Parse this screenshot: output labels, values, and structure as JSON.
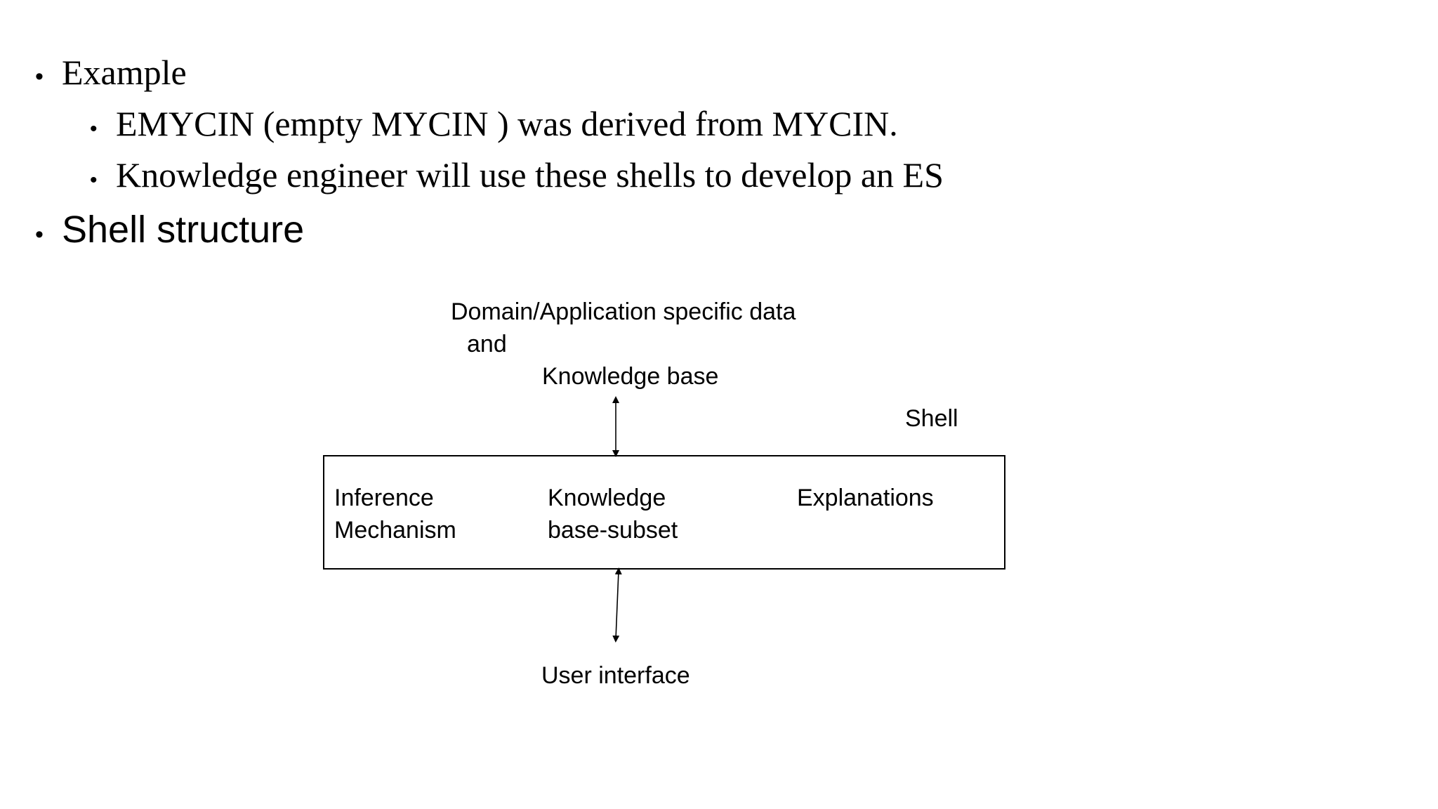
{
  "bullets": {
    "example": "Example",
    "emycin": "EMYCIN (empty MYCIN ) was derived from MYCIN.",
    "knowledge_engineer": "Knowledge engineer will use these shells to develop an ES",
    "shell_structure": "Shell structure"
  },
  "diagram": {
    "top_label_line1": "Domain/Application specific data",
    "top_label_line2": "and",
    "top_label_line3": "Knowledge base",
    "shell_label": "Shell",
    "inference_line1": "Inference",
    "inference_line2": "Mechanism",
    "kb_subset_line1": "Knowledge",
    "kb_subset_line2": "base-subset",
    "explanations": "Explanations",
    "user_interface": "User interface"
  },
  "colors": {
    "text": "#000000",
    "background": "#ffffff"
  }
}
